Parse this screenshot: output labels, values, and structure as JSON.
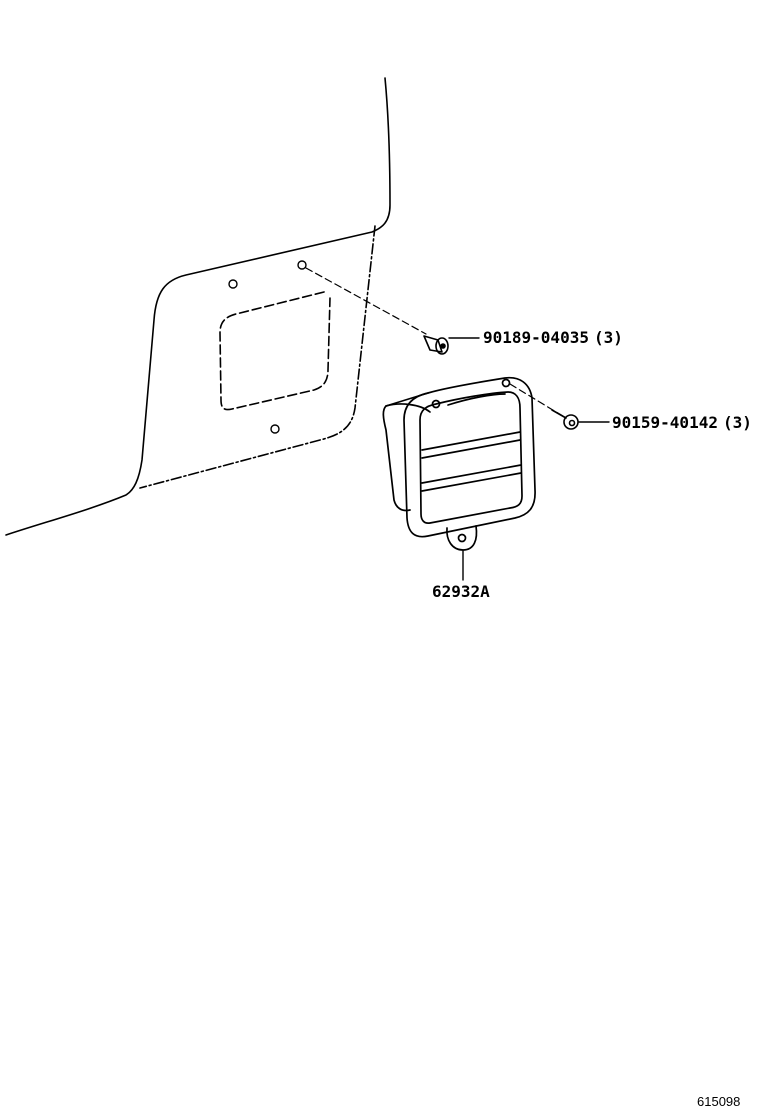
{
  "diagram": {
    "parts": [
      {
        "number": "90189-04035",
        "qty": "(3)"
      },
      {
        "number": "90159-40142",
        "qty": "(3)"
      },
      {
        "number": "62932A",
        "qty": ""
      }
    ],
    "figure_id": "615098",
    "line_color": "#000000"
  }
}
